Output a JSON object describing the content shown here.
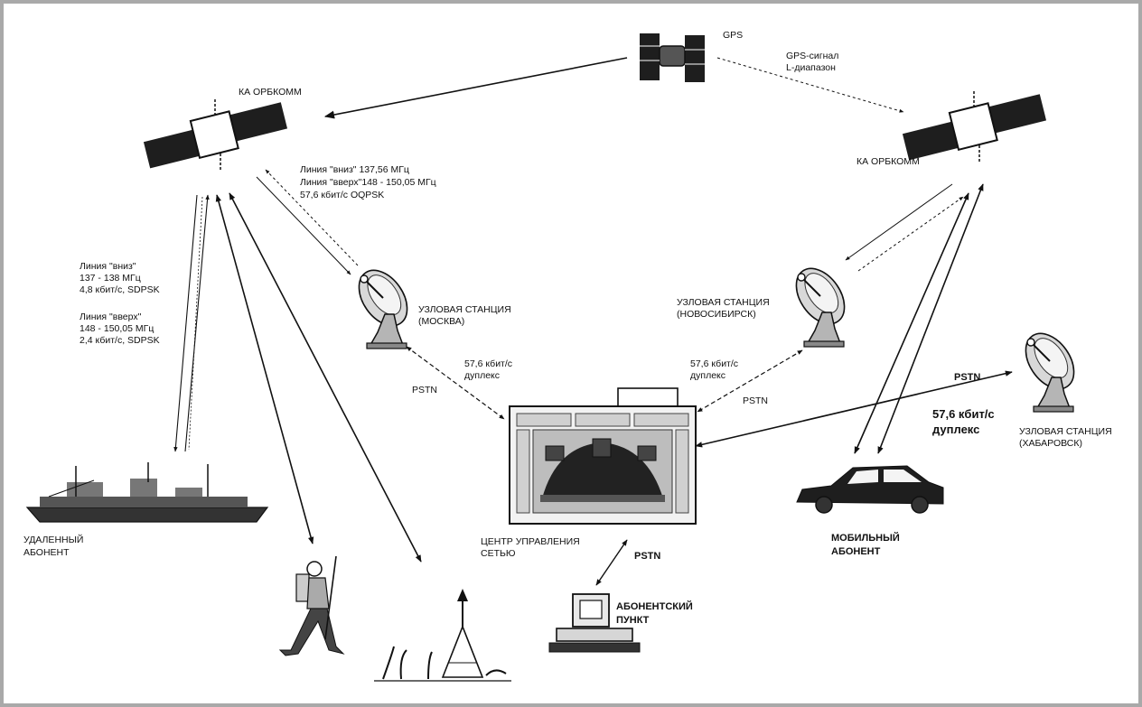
{
  "labels": {
    "gps": "GPS",
    "gps_signal": [
      "GPS-сигнал",
      "L-диапазон"
    ],
    "sat_left": "КА ОРБКОММ",
    "sat_right": "КА ОРБКОММ",
    "link_top": [
      "Линия \"вниз\" 137,56 МГц",
      "Линия \"вверх\"148 - 150,05 МГц",
      "57,6 кбит/с OQPSK"
    ],
    "link_left_down": [
      "Линия \"вниз\"",
      "137 - 138 МГц",
      "4,8 кбит/с, SDPSK"
    ],
    "link_left_up": [
      "Линия \"вверх\"",
      "148 - 150,05 МГц",
      "2,4 кбит/с, SDPSK"
    ],
    "station_moscow": [
      "УЗЛОВАЯ СТАНЦИЯ",
      "(МОСКВА)"
    ],
    "station_novosibirsk": [
      "УЗЛОВАЯ СТАНЦИЯ",
      "(НОВОСИБИРСК)"
    ],
    "station_khabarovsk": [
      "УЗЛОВАЯ СТАНЦИЯ",
      "(ХАБАРОВСК)"
    ],
    "duplex_left": [
      "57,6 кбит/с",
      "дуплекс"
    ],
    "duplex_right": [
      "57,6 кбит/с",
      "дуплекс"
    ],
    "duplex_khab": [
      "57,6 кбит/с",
      "дуплекс"
    ],
    "pstn": "PSTN",
    "ncc": [
      "ЦЕНТР УПРАВЛЕНИЯ",
      "СЕТЬЮ"
    ],
    "remote": [
      "УДАЛЕННЫЙ",
      "АБОНЕНТ"
    ],
    "mobile": [
      "МОБИЛЬНЫЙ",
      "АБОНЕНТ"
    ],
    "subscriber_point": [
      "АБОНЕНТСКИЙ",
      "ПУНКТ"
    ]
  }
}
